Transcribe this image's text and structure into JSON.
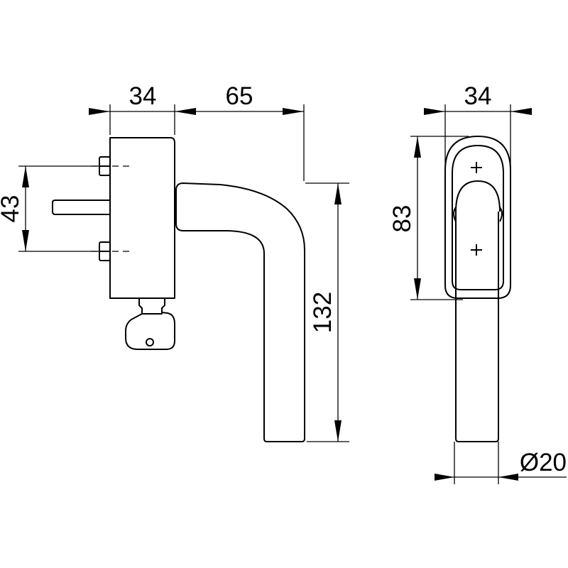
{
  "dimensions": {
    "side_top_left": "34",
    "side_top_right": "65",
    "side_left": "43",
    "side_height": "132",
    "front_top": "34",
    "front_left": "83",
    "front_bottom": "Ø20"
  }
}
